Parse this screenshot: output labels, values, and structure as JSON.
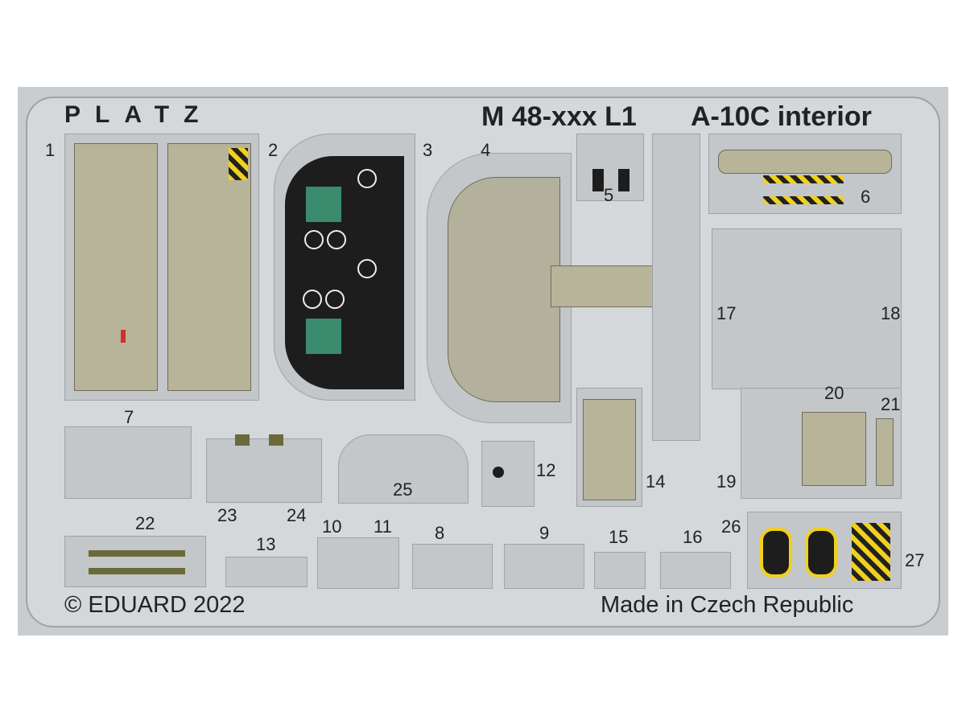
{
  "header": {
    "brand": "PLATZ",
    "code": "M 48-xxx L1",
    "title": "A-10C interior"
  },
  "footer": {
    "copyright": "© EDUARD 2022",
    "origin": "Made in Czech Republic"
  },
  "part_numbers": [
    "1",
    "2",
    "3",
    "4",
    "5",
    "6",
    "7",
    "8",
    "9",
    "10",
    "11",
    "12",
    "13",
    "14",
    "15",
    "16",
    "17",
    "18",
    "19",
    "20",
    "21",
    "22",
    "23",
    "24",
    "25",
    "26",
    "27"
  ],
  "colors": {
    "fret": "#d4d8db",
    "frame": "#c9cdd0",
    "panel": "#b8b49a",
    "black": "#1d1d1d",
    "green": "#3a8a6e",
    "yellow": "#f0d020"
  }
}
